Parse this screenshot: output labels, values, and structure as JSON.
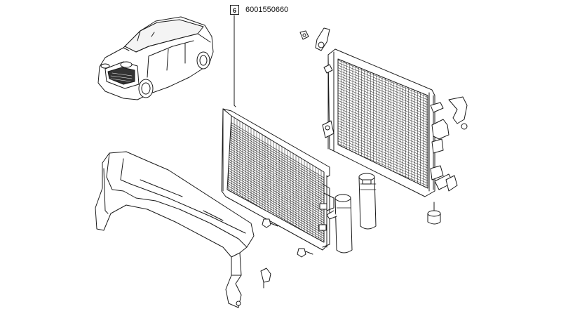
{
  "callout": {
    "index": "6",
    "part_number": "6001550660"
  },
  "parts": [
    {
      "name": "vehicle-icon"
    },
    {
      "name": "condenser"
    },
    {
      "name": "radiator"
    },
    {
      "name": "receiver-drier"
    },
    {
      "name": "air-deflector"
    },
    {
      "name": "fasteners"
    }
  ],
  "colors": {
    "line": "#1a1a1a",
    "background": "#ffffff"
  }
}
